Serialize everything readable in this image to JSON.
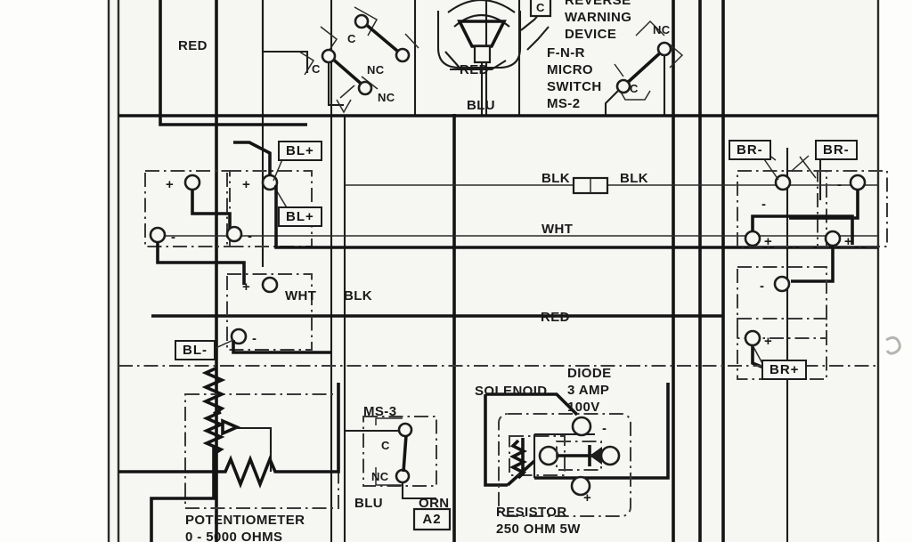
{
  "document": {
    "kind": "wiring-diagram",
    "subject": "Electric golf cart controller / battery wiring schematic (scanned)",
    "background_color": "#f6f6f3",
    "ink_color": "#1d1d1d"
  },
  "wire_labels": {
    "red_left": "RED",
    "red_center": "RED",
    "red_mid": "RED",
    "blu_top": "BLU",
    "blu_bottom": "BLU",
    "blk_left": "BLK",
    "blk_fuse_left": "BLK",
    "blk_fuse_right": "BLK",
    "wht_left": "WHT",
    "wht_center": "WHT",
    "orn": "ORN"
  },
  "terminal_tags": {
    "bl_plus_1": "BL+",
    "bl_plus_2": "BL+",
    "bl_minus": "BL-",
    "br_minus_1": "BR-",
    "br_minus_2": "BR-",
    "br_plus": "BR+",
    "a2": "A2",
    "c_box": "C"
  },
  "components": {
    "reverse_warning_device": {
      "label_line1": "REVERSE",
      "label_line2": "WARNING",
      "label_line3": "DEVICE"
    },
    "fnr_micro_switch": {
      "label_line1": "F-N-R",
      "label_line2": "MICRO",
      "label_line3": "SWITCH",
      "label_line4": "MS-2"
    },
    "ms3_switch": {
      "name": "MS-3",
      "contact_common": "C",
      "contact_nc": "NC"
    },
    "left_switch_upper": {
      "contact_common": "C",
      "contact_nc": "NC"
    },
    "left_switch_lower": {
      "contact_common": "C",
      "contact_nc": "NC"
    },
    "fnr_switch_right": {
      "contact_common": "C",
      "contact_nc": "NC"
    },
    "potentiometer": {
      "label_line1": "POTENTIOMETER",
      "label_line2": "0 - 5000 OHMS"
    },
    "solenoid": {
      "label": "SOLENOID"
    },
    "diode": {
      "label_line1": "DIODE",
      "label_line2": "3 AMP",
      "label_line3": "100V"
    },
    "resistor": {
      "label_line1": "RESISTOR",
      "label_line2": "250 OHM 5W"
    }
  },
  "batteries": {
    "left": [
      {
        "name": "battery-left-1",
        "plus": "+",
        "minus": "-"
      },
      {
        "name": "battery-left-2",
        "plus": "+",
        "minus": "-"
      },
      {
        "name": "battery-left-3",
        "plus": "+",
        "minus": "-"
      }
    ],
    "right": [
      {
        "name": "battery-right-1",
        "plus": "+",
        "minus": "-"
      },
      {
        "name": "battery-right-2",
        "plus": "+",
        "minus": "-"
      },
      {
        "name": "battery-right-3",
        "plus": "+",
        "minus": "-"
      },
      {
        "name": "battery-right-4",
        "plus": "+",
        "minus": "-"
      }
    ]
  },
  "polarity": {
    "plus": "+",
    "minus": "-"
  }
}
